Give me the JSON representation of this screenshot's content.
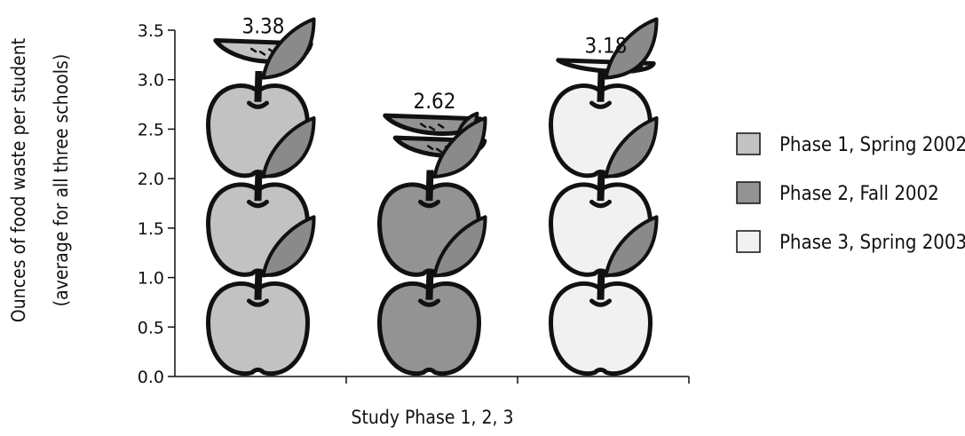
{
  "chart_data": {
    "type": "bar",
    "style": "pictograph-apples",
    "categories": [
      "Phase 1, Spring 2002",
      "Phase 2, Fall 2002",
      "Phase 3, Spring 2003"
    ],
    "values": [
      3.38,
      2.62,
      3.18
    ],
    "value_labels": [
      "3.38",
      "2.62",
      "3.18"
    ],
    "colors": [
      "#c2c2c2",
      "#939393",
      "#f1f1f1"
    ],
    "xlabel": "Study Phase 1, 2, 3",
    "ylabel_line1": "Ounces of food waste per student",
    "ylabel_line2": "(average for all three schools)",
    "ylim": [
      0,
      3.5
    ],
    "yticks": [
      "0.0",
      "0.5",
      "1.0",
      "1.5",
      "2.0",
      "2.5",
      "3.0",
      "3.5"
    ],
    "legend": {
      "position": "right",
      "entries": [
        "Phase 1, Spring 2002",
        "Phase 2, Fall 2002",
        "Phase 3, Spring 2003"
      ]
    }
  }
}
